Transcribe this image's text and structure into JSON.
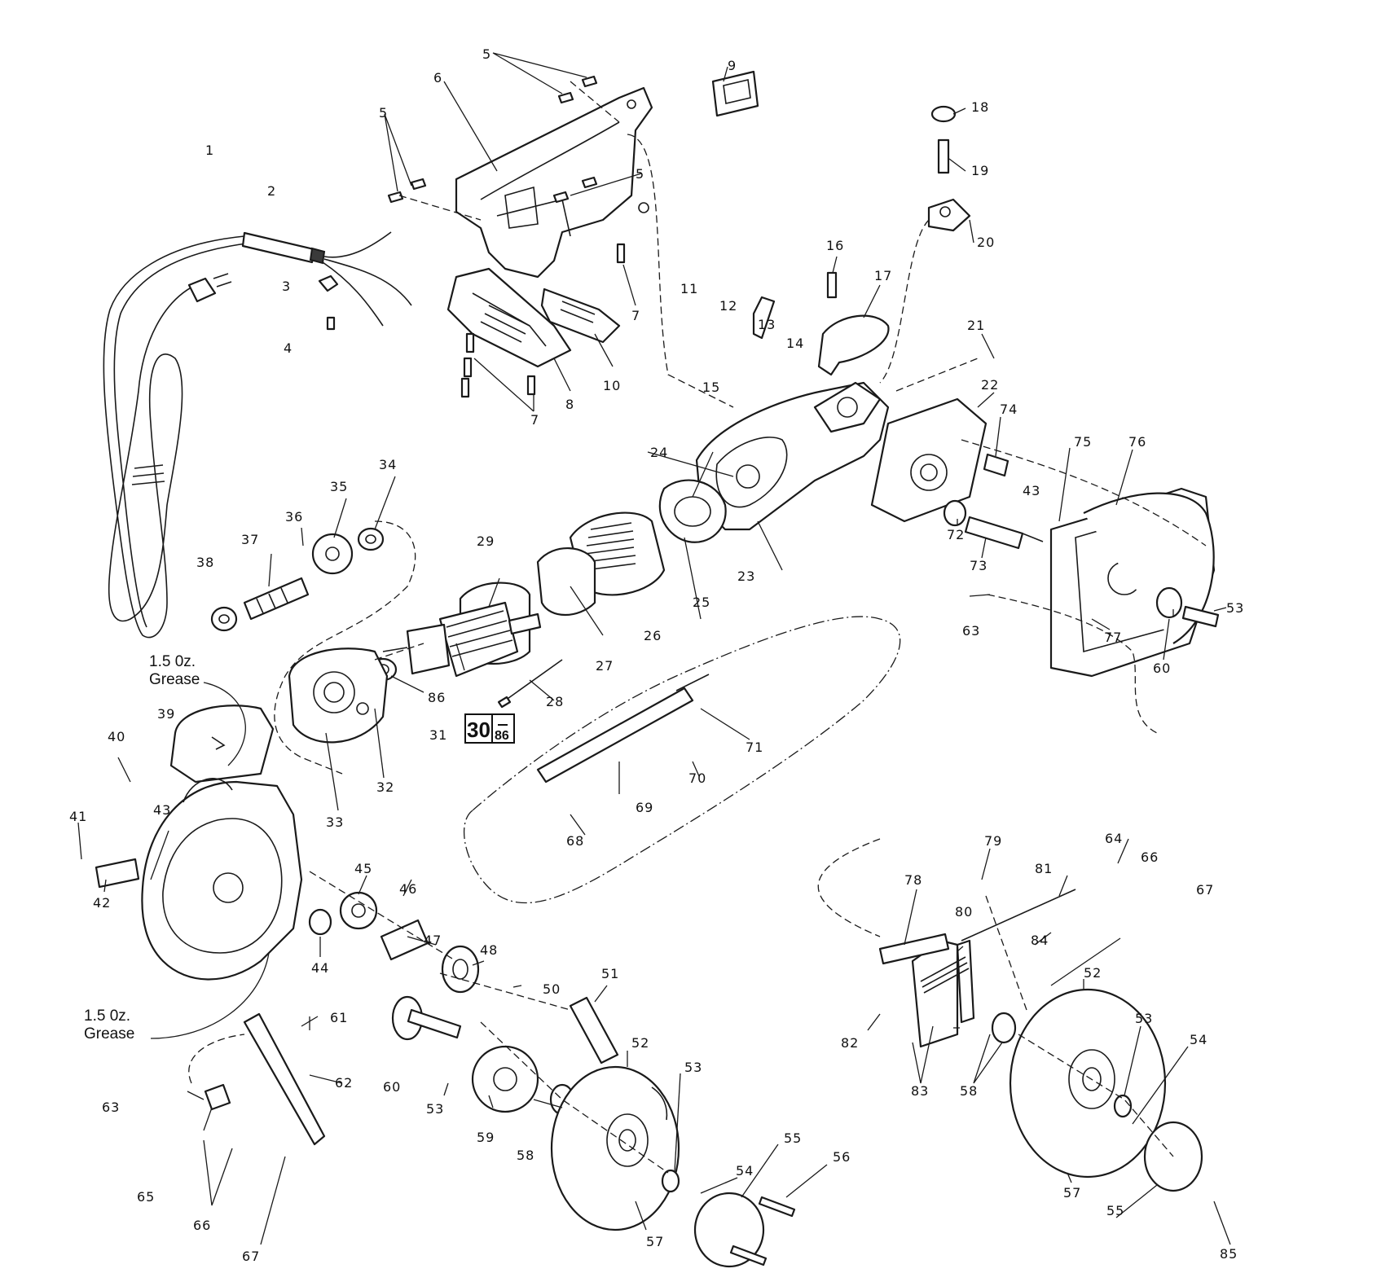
{
  "labels": {
    "l1": "1",
    "l2": "2",
    "l3": "3",
    "l4": "4",
    "l5a": "5",
    "l5b": "5",
    "l5c": "5",
    "l6": "6",
    "l7a": "7",
    "l7b": "7",
    "l8": "8",
    "l9": "9",
    "l10": "10",
    "l11": "11",
    "l12": "12",
    "l13": "13",
    "l14": "14",
    "l15": "15",
    "l16": "16",
    "l17": "17",
    "l18": "18",
    "l19": "19",
    "l20": "20",
    "l21": "21",
    "l22": "22",
    "l23": "23",
    "l24": "24",
    "l25": "25",
    "l26": "26",
    "l27": "27",
    "l28": "28",
    "l29": "29",
    "l31": "31",
    "l32": "32",
    "l33": "33",
    "l34": "34",
    "l35": "35",
    "l36": "36",
    "l37": "37",
    "l38": "38",
    "l39": "39",
    "l40": "40",
    "l41": "41",
    "l42": "42",
    "l43a": "43",
    "l43b": "43",
    "l44": "44",
    "l45": "45",
    "l46": "46",
    "l47": "47",
    "l48": "48",
    "l50": "50",
    "l51": "51",
    "l52a": "52",
    "l52b": "52",
    "l53a": "53",
    "l53b": "53",
    "l53c": "53",
    "l53d": "53",
    "l54a": "54",
    "l54b": "54",
    "l55a": "55",
    "l55b": "55",
    "l56": "56",
    "l57a": "57",
    "l57b": "57",
    "l58a": "58",
    "l58b": "58",
    "l59": "59",
    "l60a": "60",
    "l60b": "60",
    "l61": "61",
    "l62": "62",
    "l63a": "63",
    "l63b": "63",
    "l64": "64",
    "l65": "65",
    "l66a": "66",
    "l66b": "66",
    "l67a": "67",
    "l67b": "67",
    "l68": "68",
    "l69": "69",
    "l70": "70",
    "l71": "71",
    "l72": "72",
    "l73": "73",
    "l74": "74",
    "l75": "75",
    "l76": "76",
    "l77": "77",
    "l78": "78",
    "l79": "79",
    "l80": "80",
    "l81": "81",
    "l82": "82",
    "l83": "83",
    "l84": "84",
    "l85": "85",
    "l86": "86"
  },
  "notes": {
    "grease_top_line1": "1.5 0z.",
    "grease_top_line2": "Grease",
    "grease_bottom_line1": "1.5 0z.",
    "grease_bottom_line2": "Grease"
  },
  "boxed_ref": {
    "main": "30",
    "sub": "86"
  }
}
